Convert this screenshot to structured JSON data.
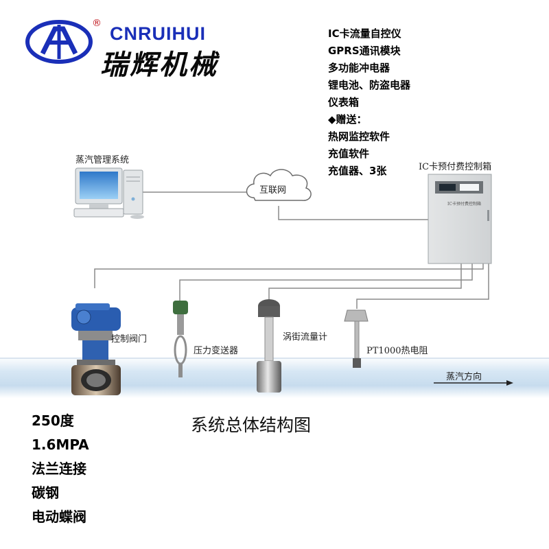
{
  "brand": {
    "name_en": "CNRUIHUI",
    "registered_mark": "®",
    "name_cn": "瑞辉机械"
  },
  "features": [
    "IC卡流量自控仪",
    "GPRS通讯模块",
    "多功能冲电器",
    "锂电池、防盗电器",
    "仪表箱",
    "◆赠送：",
    "热网监控软件",
    "充值软件",
    "充值器、3张"
  ],
  "diagram": {
    "computer_label": "蒸汽管理系统",
    "cloud_label": "互联网",
    "control_box_label": "IC卡预付费控制箱",
    "control_box_plate": "IC卡预付费控制箱",
    "devices": [
      {
        "label": "控制阀门"
      },
      {
        "label": "压力变送器"
      },
      {
        "label": "涡街流量计"
      },
      {
        "label": "PT1000热电阻"
      }
    ],
    "flow_direction_label": "蒸汽方向",
    "title": "系统总体结构图"
  },
  "specs": [
    "250度",
    "1.6MPA",
    "法兰连接",
    "碳钢",
    "电动蝶阀"
  ],
  "colors": {
    "brand_blue": "#1a2fb8",
    "pipe": "#cde0f0",
    "wire": "#8a8a8a",
    "actuator_blue": "#2a5db0"
  }
}
